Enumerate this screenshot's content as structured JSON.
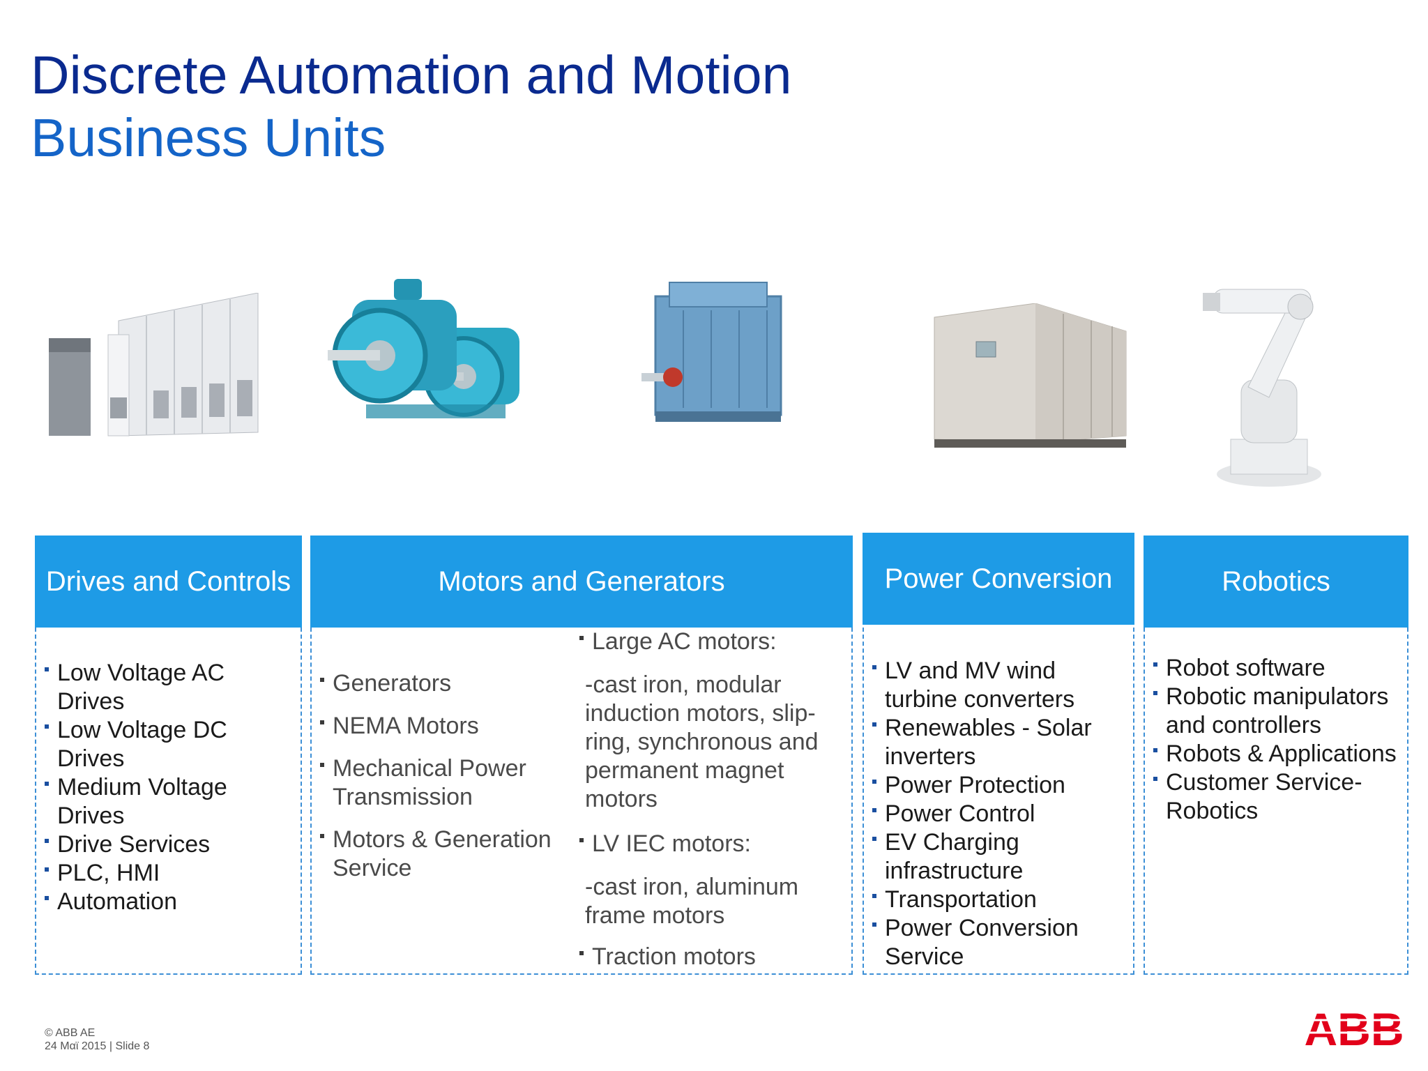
{
  "title": {
    "line1": "Discrete Automation and Motion",
    "line2": "Business Units"
  },
  "columns": [
    {
      "header": "Drives and Controls",
      "items": [
        "Low Voltage AC Drives",
        "Low Voltage DC Drives",
        "Medium Voltage Drives",
        "Drive Services",
        "PLC, HMI",
        "Automation"
      ]
    },
    {
      "header": "Motors and Generators",
      "left_items": [
        "Generators",
        "NEMA Motors",
        "Mechanical Power Transmission",
        "Motors & Generation Service"
      ],
      "right": {
        "large_ac": "Large AC motors:",
        "large_ac_desc": "-cast iron, modular induction motors, slip-ring, synchronous and permanent magnet motors",
        "lv_iec": "LV IEC motors:",
        "lv_iec_desc": "-cast iron, aluminum frame motors",
        "traction": "Traction motors"
      }
    },
    {
      "header": "Power Conversion",
      "items": [
        "LV and MV wind turbine converters",
        "Renewables - Solar inverters",
        "Power Protection",
        "Power Control",
        "EV Charging infrastructure",
        "Transportation",
        "Power Conversion Service"
      ]
    },
    {
      "header": "Robotics",
      "items": [
        "Robot software",
        "Robotic manipulators and controllers",
        "Robots & Applications",
        "Customer Service-Robotics"
      ]
    }
  ],
  "footer": {
    "copyright": "© ABB AE",
    "date_slide": "24 Μαϊ 2015 | Slide 8"
  },
  "logo_text": "ABB",
  "colors": {
    "title_dark": "#0a2a8f",
    "title_light": "#1464c8",
    "header_blue": "#1e9be6",
    "dashed_border": "#3c8fd6",
    "abb_red": "#e2001a"
  },
  "icons": [
    "drive-cabinets-image",
    "blue-motors-image",
    "large-ac-motor-image",
    "power-converter-cabinet-image",
    "industrial-robot-image",
    "abb-logo"
  ]
}
